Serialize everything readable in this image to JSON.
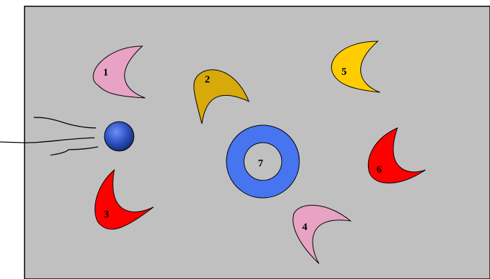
{
  "scene": {
    "background_color": "#c0c0c0",
    "border_color": "#000000",
    "shapes": [
      {
        "id": "1",
        "kind": "crescent",
        "label": "1",
        "color": "#e7a2c4",
        "facing": "left"
      },
      {
        "id": "2",
        "kind": "crescent",
        "label": "2",
        "color": "#d8a90a",
        "facing": "up-left"
      },
      {
        "id": "3",
        "kind": "crescent",
        "label": "3",
        "color": "#ff0000",
        "facing": "down-left"
      },
      {
        "id": "4",
        "kind": "crescent",
        "label": "4",
        "color": "#e7a2c4",
        "facing": "up-left"
      },
      {
        "id": "5",
        "kind": "crescent",
        "label": "5",
        "color": "#ffcc00",
        "facing": "left"
      },
      {
        "id": "6",
        "kind": "crescent",
        "label": "6",
        "color": "#ff0000",
        "facing": "down-left"
      },
      {
        "id": "7",
        "kind": "ring",
        "label": "7",
        "color": "#4775f0"
      }
    ],
    "ball": {
      "name": "blue-ball",
      "color": "#2a52be"
    }
  }
}
